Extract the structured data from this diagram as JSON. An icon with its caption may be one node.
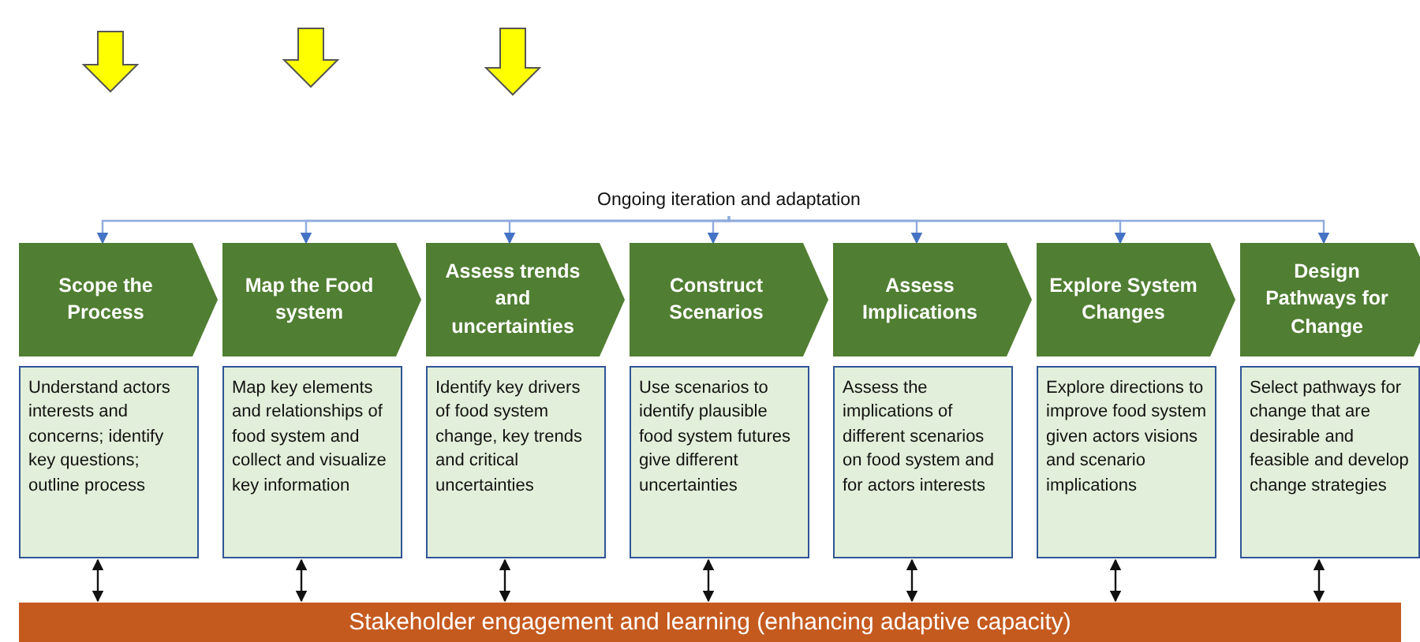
{
  "diagram": {
    "nodes": [
      {
        "text": [
          "Ongoing iteration and adaptation"
        ]
      },
      {
        "text": [
          "Scope the Process"
        ]
      },
      {
        "text": [
          "Map the Food system"
        ]
      },
      {
        "text": [
          "Assess trends and uncertainties"
        ]
      },
      {
        "text": [
          "Construct Scenarios"
        ]
      },
      {
        "text": [
          "Assess Implications"
        ]
      },
      {
        "text": [
          "Explore System Changes"
        ]
      },
      {
        "text": [
          "Design Pathways for Change"
        ]
      },
      {
        "text": [
          "Understand actors interests and concerns; identify key questions; outline process"
        ]
      },
      {
        "text": [
          "Map key elements and relationships of food system and collect and visualize key information"
        ]
      },
      {
        "text": [
          "Identify key drivers of food system change, key trends and critical uncertainties"
        ]
      },
      {
        "text": [
          "Use scenarios to identify plausible food system futures give different uncertainties"
        ]
      },
      {
        "text": [
          "Assess the implications of different scenarios on food system and for actors interests"
        ]
      },
      {
        "text": [
          "Explore directions to improve food system given actors visions and scenario implications"
        ]
      },
      {
        "text": [
          "Select pathways for change that are desirable and feasible and develop change strategies"
        ]
      },
      {
        "text": [
          "Stakeholder engagement and learning (enhancing adaptive capacity)"
        ]
      }
    ],
    "edges": [
      {
        "from": 0,
        "to": 1,
        "arrow": "to"
      },
      {
        "from": 0,
        "to": 2,
        "arrow": "to"
      },
      {
        "from": 0,
        "to": 3,
        "arrow": "to"
      },
      {
        "from": 0,
        "to": 4,
        "arrow": "to"
      },
      {
        "from": 0,
        "to": 5,
        "arrow": "to"
      },
      {
        "from": 0,
        "to": 6,
        "arrow": "to"
      },
      {
        "from": 0,
        "to": 7,
        "arrow": "to"
      },
      {
        "from": 8,
        "to": 15,
        "arrow": "both",
        "color": "#111111"
      },
      {
        "from": 9,
        "to": 15,
        "arrow": "both",
        "color": "#111111"
      },
      {
        "from": 10,
        "to": 15,
        "arrow": "both",
        "color": "#111111"
      },
      {
        "from": 11,
        "to": 15,
        "arrow": "both",
        "color": "#111111"
      },
      {
        "from": 12,
        "to": 15,
        "arrow": "both",
        "color": "#111111"
      },
      {
        "from": 13,
        "to": 15,
        "arrow": "both",
        "color": "#111111"
      },
      {
        "from": 14,
        "to": 15,
        "arrow": "both",
        "color": "#111111"
      }
    ]
  }
}
